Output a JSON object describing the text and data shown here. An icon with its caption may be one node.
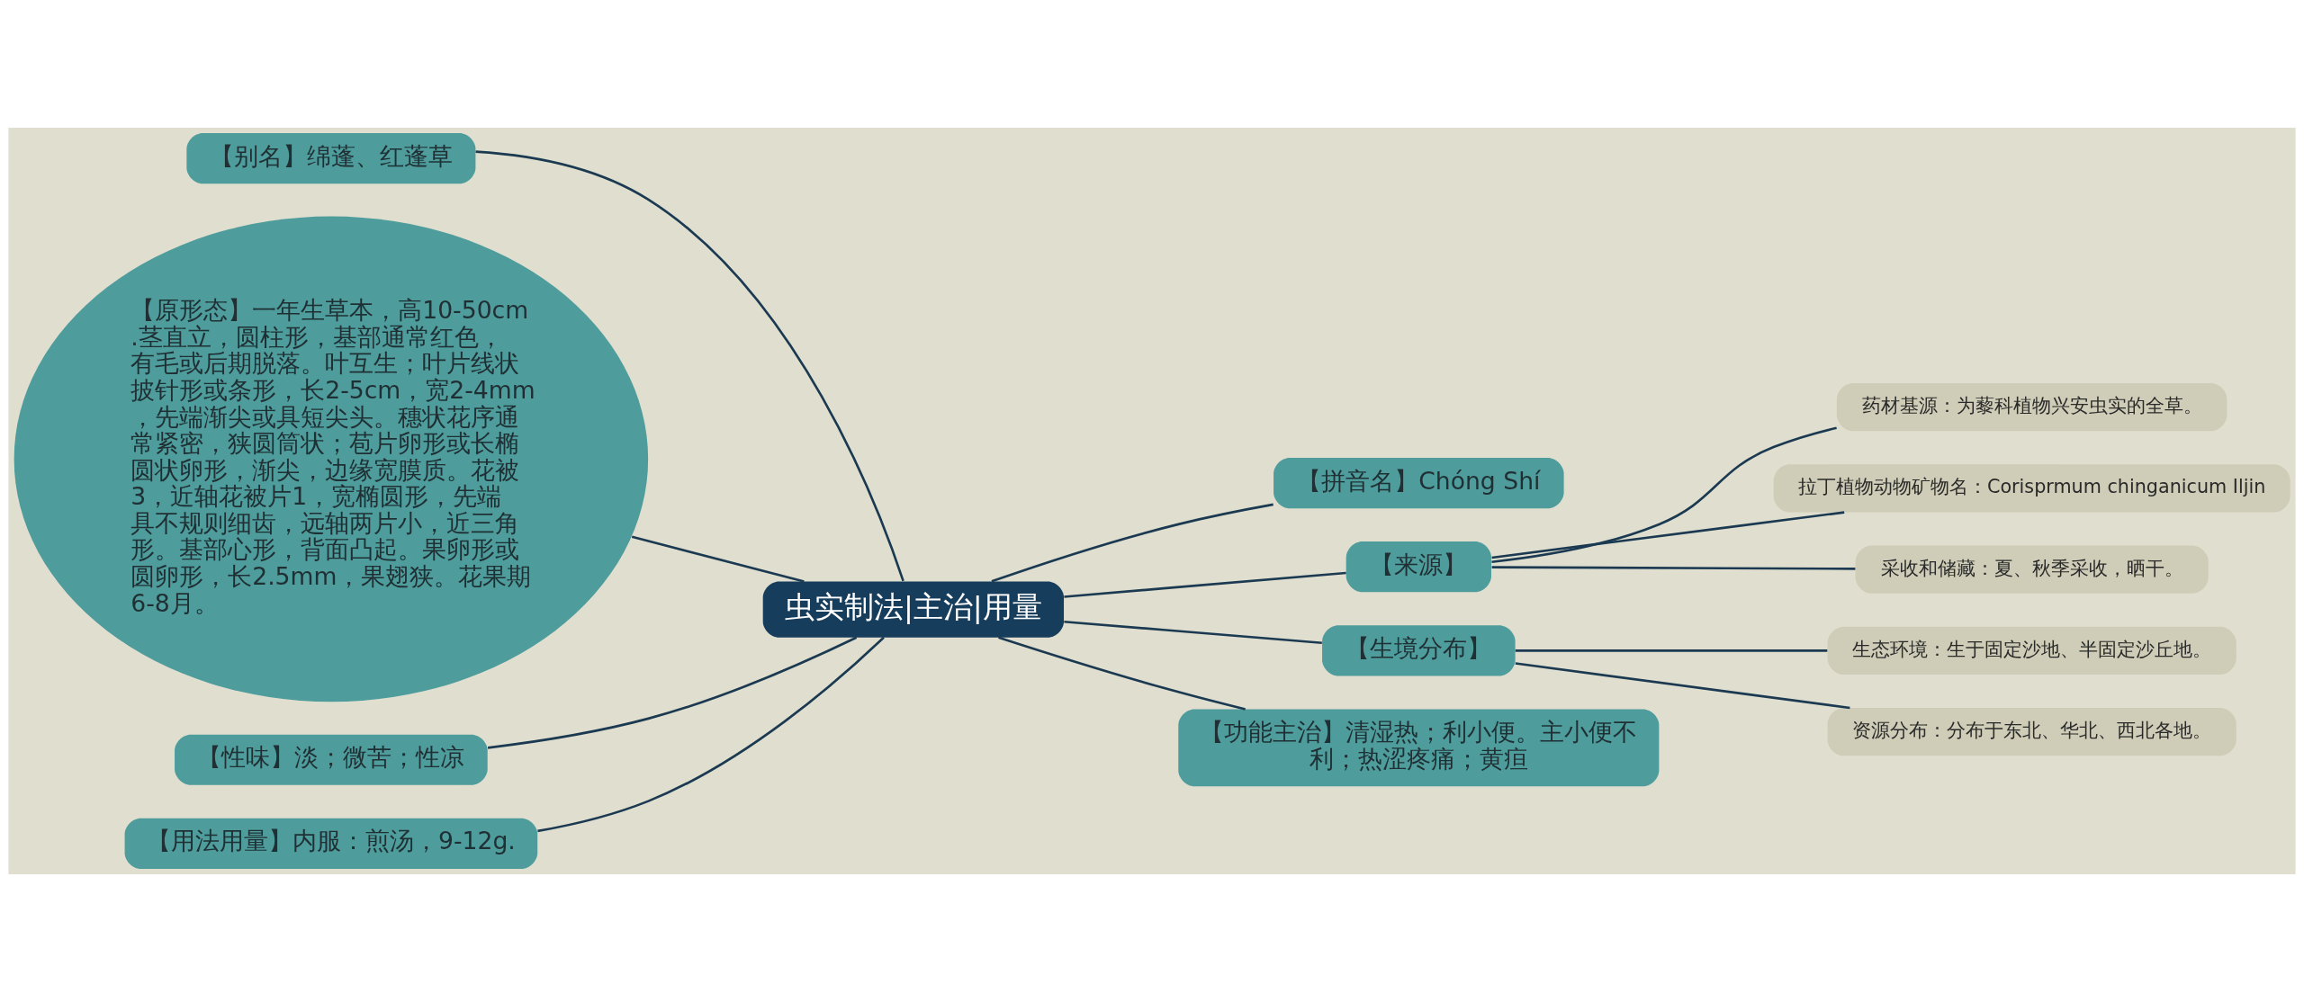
{
  "diagram": {
    "nodes": [
      {
        "text": [
          "虫实制法|主治|用量"
        ]
      },
      {
        "text": [
          "【别名】绵蓬、红蓬草"
        ]
      },
      {
        "text": [
          "【原形态】一年生草本，高10-50cm.茎直立，圆柱形，基部通常红色，有毛或后期脱落。叶互生；叶片线状披针形或条形，长2-5cm，宽2-4mm，先端渐尖或具短尖头。穗状花序通常紧密，狭圆筒状；苞片卵形或长椭圆状卵形，渐尖，边缘宽膜质。花被3，近轴花被片1，宽椭圆形，先端具不规则细齿，远轴两片小，近三角形。基部心形，背面凸起。果卵形或圆卵形，长2.5mm，果翅狭。花果期6-8月。"
        ]
      },
      {
        "text": [
          "【性味】淡；微苦；性凉"
        ]
      },
      {
        "text": [
          "【用法用量】内服：煎汤，9-12g."
        ]
      },
      {
        "text": [
          "【拼音名】Chóng Shí"
        ]
      },
      {
        "text": [
          "【来源】"
        ]
      },
      {
        "text": [
          "药材基源：为藜科植物兴安虫实的全草。"
        ]
      },
      {
        "text": [
          "拉丁植物动物矿物名：Corisprmum chinganicum Iljin"
        ]
      },
      {
        "text": [
          "采收和储藏：夏、秋季采收，晒干。"
        ]
      },
      {
        "text": [
          "【生境分布】"
        ]
      },
      {
        "text": [
          "生态环境：生于固定沙地、半固定沙丘地。"
        ]
      },
      {
        "text": [
          "资源分布：分布于东北、华北、西北各地。"
        ]
      },
      {
        "text": [
          "【功能主治】清湿热；利小便。主小便不利；热涩疼痛；黄疸"
        ]
      }
    ],
    "edges": [
      {
        "from": 0,
        "to": 1,
        "arrow": "none"
      },
      {
        "from": 0,
        "to": 2,
        "arrow": "none"
      },
      {
        "from": 0,
        "to": 3,
        "arrow": "none"
      },
      {
        "from": 0,
        "to": 4,
        "arrow": "none"
      },
      {
        "from": 0,
        "to": 5,
        "arrow": "none"
      },
      {
        "from": 0,
        "to": 6,
        "arrow": "none"
      },
      {
        "from": 6,
        "to": 7,
        "arrow": "none"
      },
      {
        "from": 6,
        "to": 8,
        "arrow": "none"
      },
      {
        "from": 6,
        "to": 9,
        "arrow": "none"
      },
      {
        "from": 0,
        "to": 10,
        "arrow": "none"
      },
      {
        "from": 10,
        "to": 11,
        "arrow": "none"
      },
      {
        "from": 10,
        "to": 12,
        "arrow": "none"
      },
      {
        "from": 0,
        "to": 13,
        "arrow": "none"
      }
    ]
  }
}
